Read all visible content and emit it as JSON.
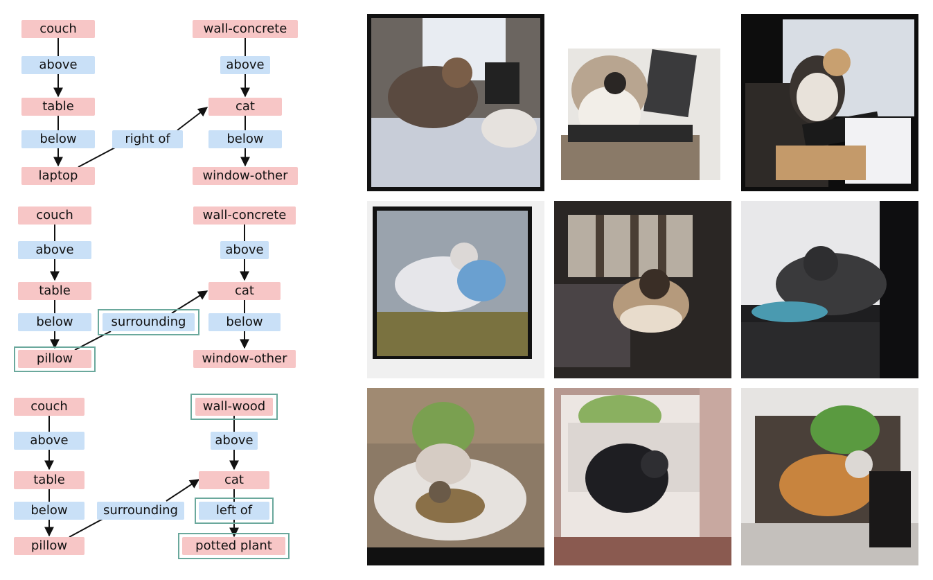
{
  "graphs": [
    {
      "nodes": {
        "couch": "couch",
        "above1": "above",
        "table": "table",
        "below1": "below",
        "laptop": "laptop",
        "rightof": "right of",
        "wall": "wall-concrete",
        "above2": "above",
        "cat": "cat",
        "below2": "below",
        "window": "window-other"
      }
    },
    {
      "nodes": {
        "couch": "couch",
        "above1": "above",
        "table": "table",
        "below1": "below",
        "pillow": "pillow",
        "surrounding": "surrounding",
        "wall": "wall-concrete",
        "above2": "above",
        "cat": "cat",
        "below2": "below",
        "window": "window-other"
      }
    },
    {
      "nodes": {
        "couch": "couch",
        "above1": "above",
        "table": "table",
        "below1": "below",
        "pillow": "pillow",
        "surrounding": "surrounding",
        "wall": "wall-wood",
        "above2": "above",
        "cat": "cat",
        "leftof": "left of",
        "plant": "potted plant"
      }
    }
  ],
  "images": [
    {
      "name": "cat-on-couch-with-laptop",
      "tone": "#6b6560",
      "accent": "#c8cdd8"
    },
    {
      "name": "siamese-cat-with-laptop",
      "tone": "#8a7a68",
      "accent": "#e8e6e2"
    },
    {
      "name": "calico-cat-at-laptop",
      "tone": "#2e2a27",
      "accent": "#d8dde4"
    },
    {
      "name": "white-cat-on-blue-pillow",
      "tone": "#9aa3ad",
      "accent": "#f0f0f0"
    },
    {
      "name": "siamese-cat-in-dark-room",
      "tone": "#2a2624",
      "accent": "#b59a7c"
    },
    {
      "name": "grey-cat-by-window",
      "tone": "#3a3a3c",
      "accent": "#e8e8ea"
    },
    {
      "name": "cat-with-plant-on-pillows",
      "tone": "#8c7a66",
      "accent": "#e6e2de"
    },
    {
      "name": "black-cat-with-plant",
      "tone": "#b69890",
      "accent": "#ece6e2"
    },
    {
      "name": "orange-cat-on-couch-with-plant",
      "tone": "#4a4039",
      "accent": "#c8843e"
    }
  ],
  "colors": {
    "object": "#f7c6c6",
    "relation": "#c9e0f7",
    "highlight": "#6aa89c"
  }
}
